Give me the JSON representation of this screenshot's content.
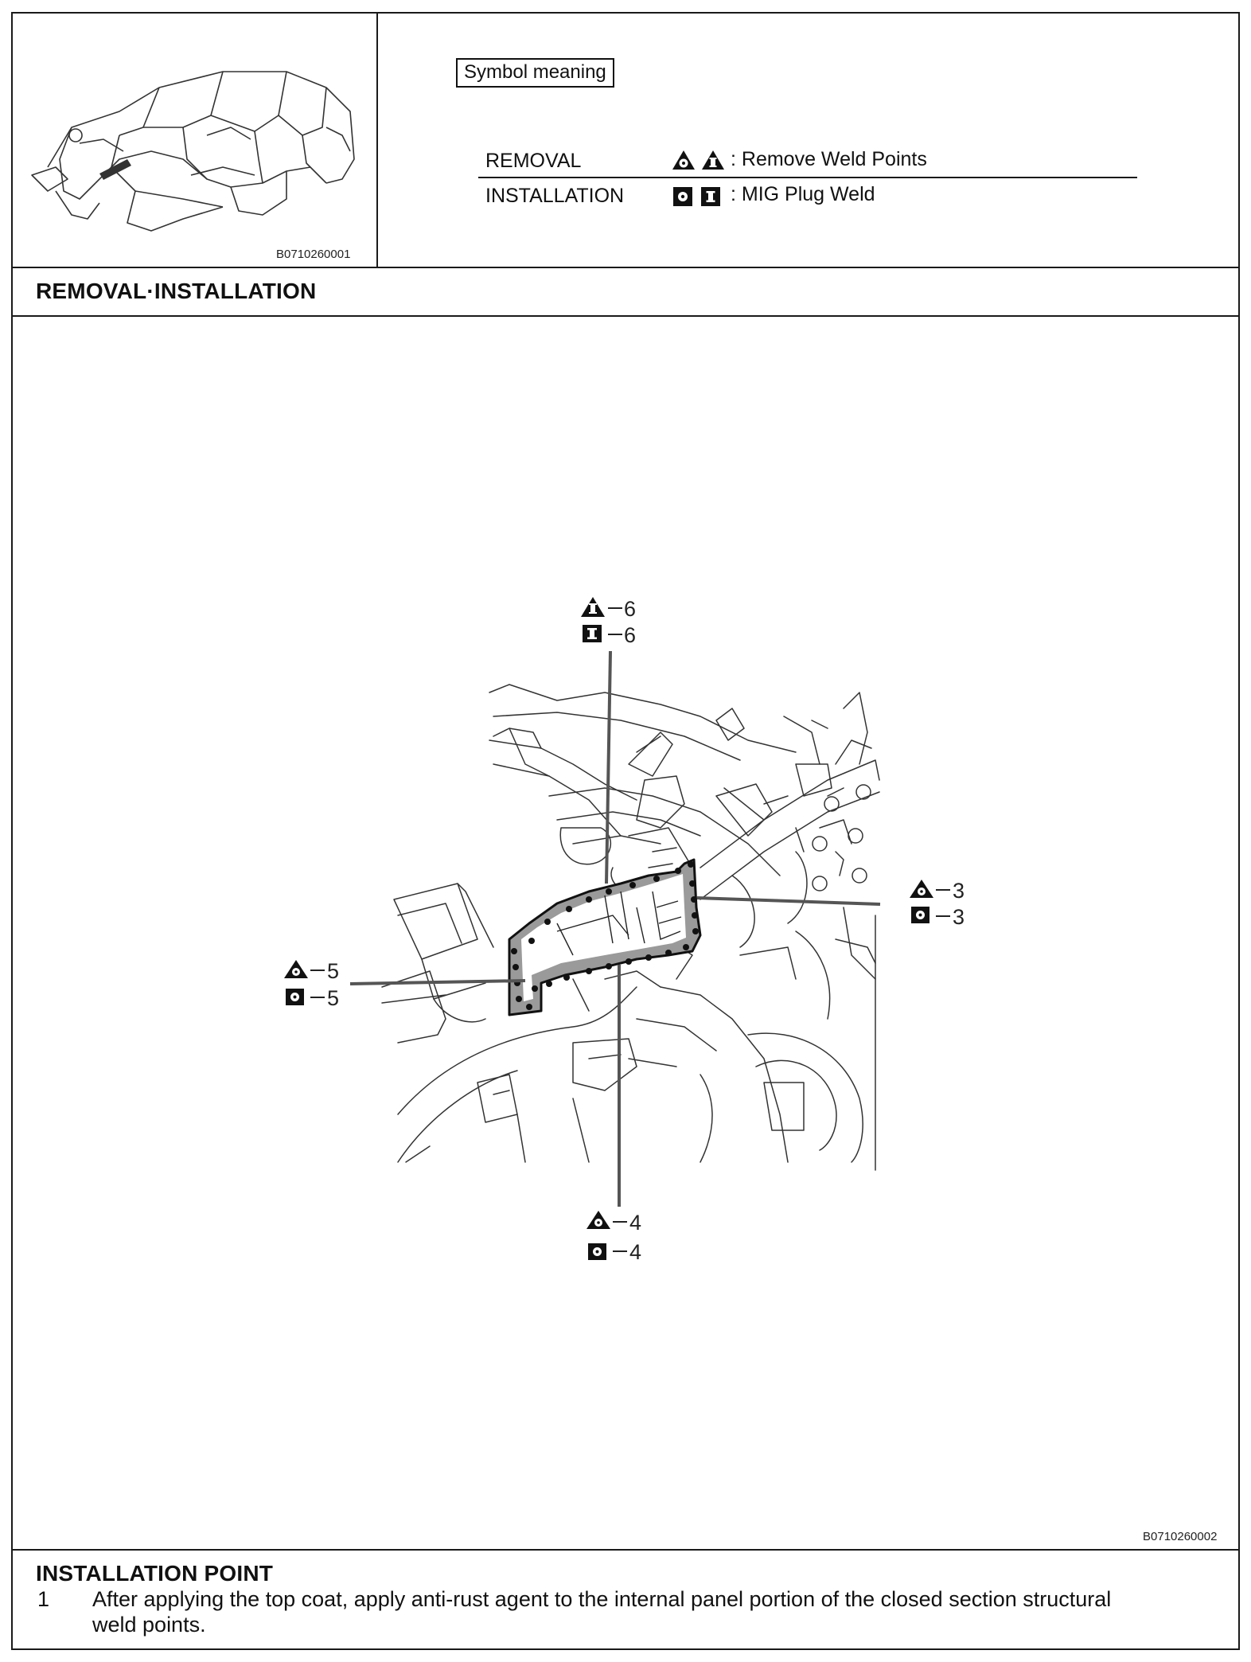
{
  "header": {
    "thumbnail_code": "B0710260001",
    "symbol_meaning_label": "Symbol meaning",
    "legend": [
      {
        "label": "REMOVAL",
        "text": ": Remove Weld Points",
        "icons": [
          "spot-weld-removal-icon",
          "mig-weld-removal-icon"
        ]
      },
      {
        "label": "INSTALLATION",
        "text": ": MIG Plug Weld",
        "icons": [
          "mig-plug-weld-icon",
          "mig-plug-weld-i-icon"
        ]
      }
    ]
  },
  "section_title": "REMOVAL·INSTALLATION",
  "diagram": {
    "code": "B0710260002",
    "callouts": [
      {
        "id": "6",
        "lines": [
          "6",
          "6"
        ]
      },
      {
        "id": "3",
        "lines": [
          "3",
          "3"
        ]
      },
      {
        "id": "5",
        "lines": [
          "5",
          "5"
        ]
      },
      {
        "id": "4",
        "lines": [
          "4",
          "4"
        ]
      }
    ]
  },
  "installation": {
    "title": "INSTALLATION POINT",
    "items": [
      {
        "number": "1",
        "text_line1": "After applying the top coat, apply anti-rust agent to the internal panel portion of the closed section structural",
        "text_line2": "weld points."
      }
    ]
  }
}
